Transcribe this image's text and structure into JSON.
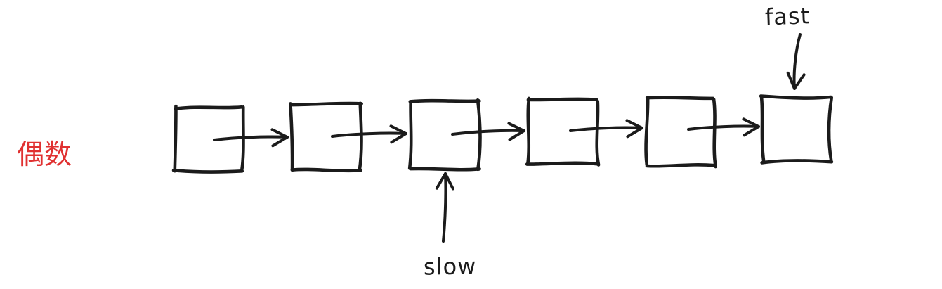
{
  "diagram": {
    "type": "linked-list",
    "node_count": 6,
    "side_label": "偶数",
    "pointers": [
      {
        "label": "fast",
        "target_node": 6,
        "placement": "above"
      },
      {
        "label": "slow",
        "target_node": 3,
        "placement": "below"
      }
    ],
    "colors": {
      "ink": "#1b1b1b",
      "accent": "#e03131",
      "background": "#ffffff"
    }
  }
}
